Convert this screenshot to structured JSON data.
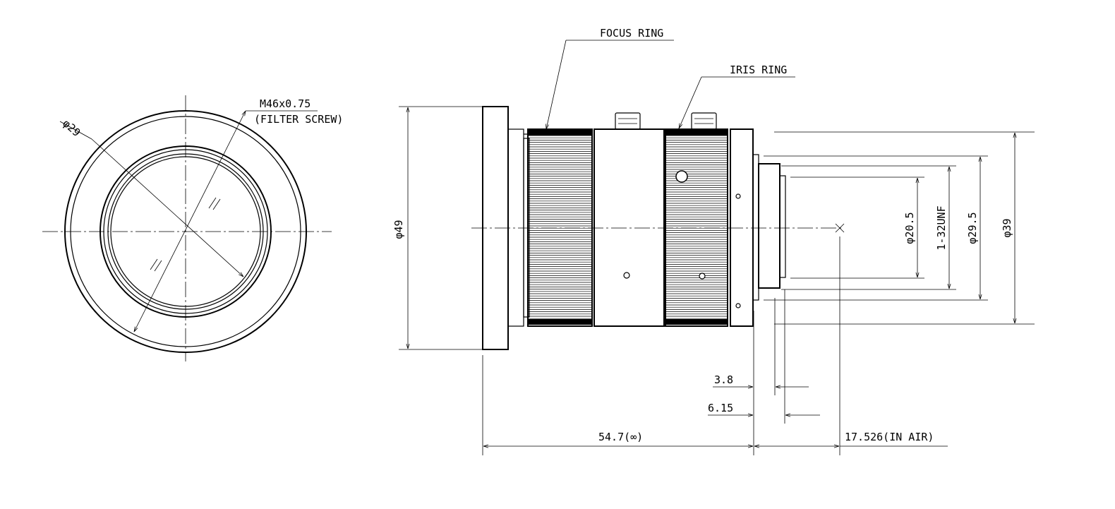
{
  "front_view": {
    "dim_inner_diameter": "φ29",
    "filter_thread": "M46x0.75",
    "filter_note": "(FILTER SCREW)"
  },
  "side_view": {
    "focus_ring_label": "FOCUS RING",
    "iris_ring_label": "IRIS RING",
    "dim_outer_diameter": "φ49",
    "dim_rear_39": "φ39",
    "dim_rear_29_5": "φ29.5",
    "dim_mount_thread": "1-32UNF",
    "dim_rear_20_5": "φ20.5",
    "dim_3_8": "3.8",
    "dim_6_15": "6.15",
    "dim_length": "54.7(∞)",
    "dim_back_focus": "17.526(IN AIR)"
  }
}
